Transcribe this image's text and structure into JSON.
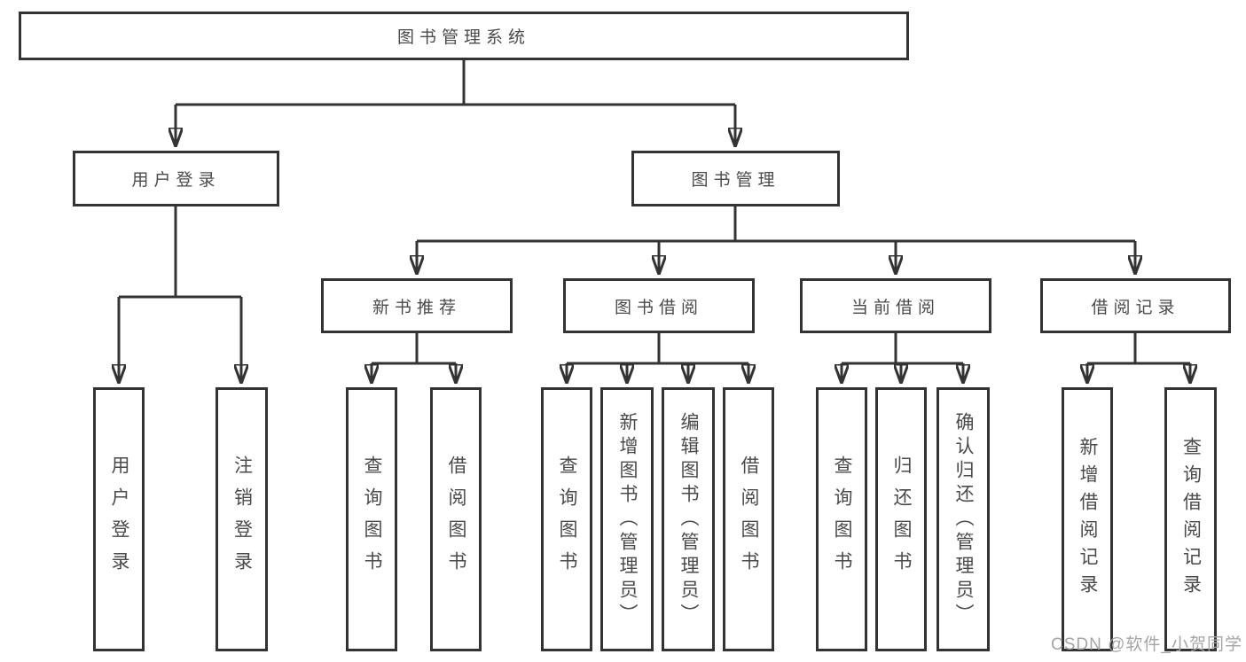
{
  "diagram": {
    "root": "图书管理系统",
    "branches": [
      {
        "label": "用户登录",
        "leaves": [
          "用户登录",
          "注销登录"
        ]
      },
      {
        "label": "图书管理",
        "groups": [
          {
            "label": "新书推荐",
            "leaves": [
              "查询图书",
              "借阅图书"
            ]
          },
          {
            "label": "图书借阅",
            "leaves": [
              "查询图书",
              "新增图书（管理员）",
              "编辑图书（管理员）",
              "借阅图书"
            ]
          },
          {
            "label": "当前借阅",
            "leaves": [
              "查询图书",
              "归还图书",
              "确认归还（管理员）"
            ]
          },
          {
            "label": "借阅记录",
            "leaves": [
              "新增借阅记录",
              "查询借阅记录"
            ]
          }
        ]
      }
    ]
  },
  "watermark": "CSDN @软件_小贺同学",
  "colors": {
    "line": "#333333",
    "box_border": "#333333",
    "box_fill": "#ffffff",
    "text": "#4a4a4a",
    "watermark": "#a5a5a5",
    "background": "#ffffff"
  }
}
